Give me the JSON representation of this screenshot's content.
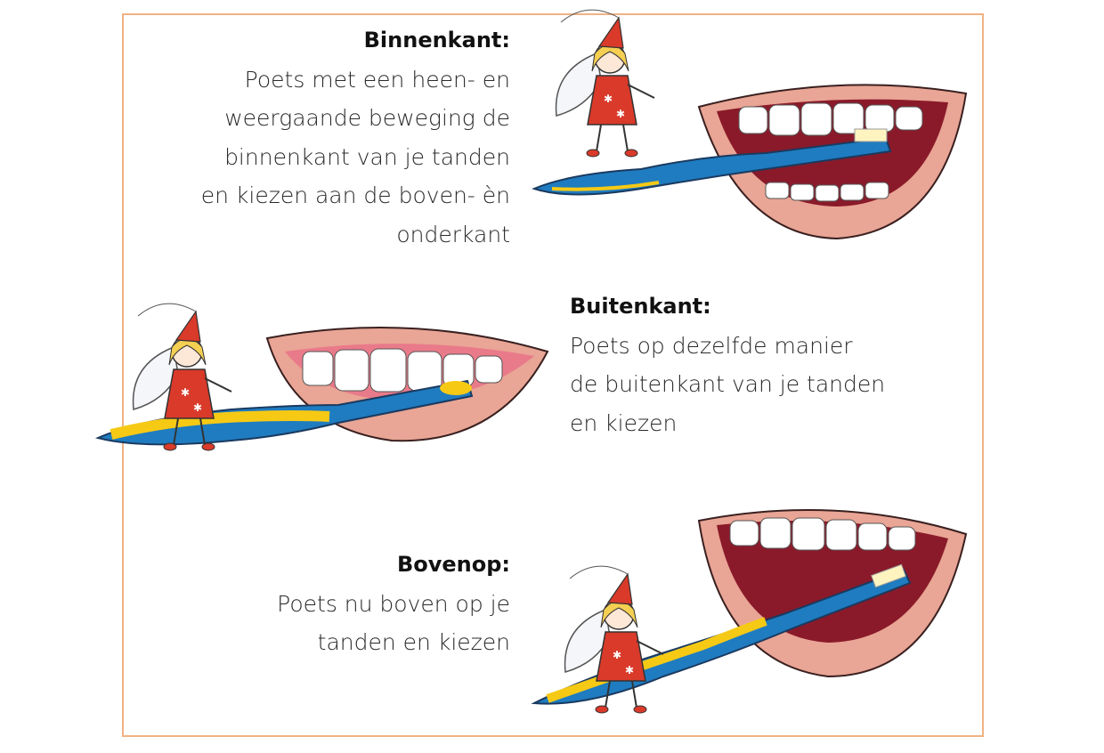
{
  "sections": [
    {
      "title": "Binnenkant:",
      "lines": [
        "Poets met een heen- en",
        "weergaande beweging de",
        "binnenkant van je tanden",
        "en kiezen aan de boven- èn",
        "onderkant"
      ]
    },
    {
      "title": "Buitenkant:",
      "lines": [
        "Poets op dezelfde manier",
        "de buitenkant van je tanden",
        "en kiezen"
      ]
    },
    {
      "title": "Bovenop:",
      "lines": [
        "Poets nu boven op je",
        "tanden en kiezen"
      ]
    }
  ],
  "colors": {
    "border": "#f0b283",
    "lips": "#e9a595",
    "mouth": "#8a1a2a",
    "brush_blue": "#1f7cc0",
    "brush_yellow": "#f6c915",
    "dress": "#d93a2a"
  }
}
